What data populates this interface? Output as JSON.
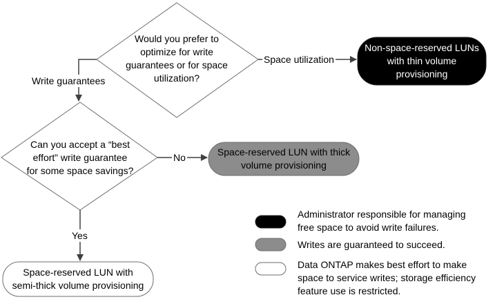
{
  "decision1": {
    "lines": [
      "Would you prefer to",
      "optimize for write",
      "guarantees or for space",
      "utilization?"
    ]
  },
  "decision2": {
    "lines": [
      "Can you accept a “best",
      "effort” write guarantee",
      "for some space savings?"
    ]
  },
  "outcomes": {
    "thin": {
      "lines": [
        "Non-space-reserved LUNs",
        "with thin volume",
        "provisioning"
      ],
      "color": "#000000",
      "text_color": "#ffffff"
    },
    "thick": {
      "lines": [
        "Space-reserved LUN with thick",
        "volume provisioning"
      ],
      "color": "#8c8c8c",
      "text_color": "#000000"
    },
    "semithick": {
      "lines": [
        "Space-reserved LUN with",
        "semi-thick volume provisioning"
      ],
      "color": "#ffffff",
      "text_color": "#000000"
    }
  },
  "edges": {
    "space_utilization": "Space utilization",
    "write_guarantees": "Write guarantees",
    "no": "No",
    "yes": "Yes"
  },
  "legend": [
    {
      "color": "#000000",
      "lines": [
        "Administrator responsible for managing",
        "free space to avoid write failures."
      ]
    },
    {
      "color": "#8c8c8c",
      "lines": [
        "Writes are guaranteed to succeed."
      ]
    },
    {
      "color": "#ffffff",
      "lines": [
        "Data ONTAP makes best effort to make",
        "space to service writes; storage efficiency",
        "feature use is restricted."
      ]
    }
  ]
}
